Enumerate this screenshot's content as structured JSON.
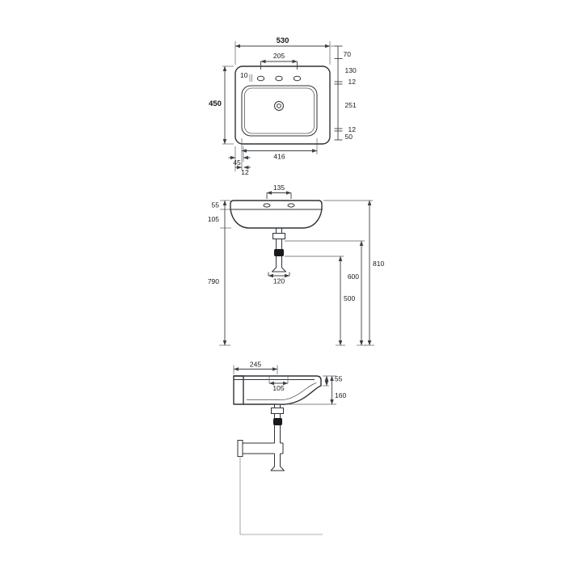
{
  "views": {
    "plan": {
      "dims": {
        "overall_width": "530",
        "tap_spacing": "205",
        "tap_hole": "10",
        "chain": [
          "70",
          "130",
          "12",
          "251",
          "12",
          "50"
        ],
        "overall_depth": "450",
        "bowl_width": "416",
        "lip": "45",
        "lip_inner": "12"
      }
    },
    "front": {
      "dims": {
        "slot_spacing": "135",
        "rim": "55",
        "apron": "105",
        "underside_height": "790",
        "overall_height": "810",
        "outlet_height": "600",
        "trap_height": "500",
        "trap_width": "120"
      }
    },
    "side": {
      "dims": {
        "ledge_depth": "245",
        "rim": "55",
        "front_depth": "160",
        "bowl_depth": "105"
      }
    }
  }
}
